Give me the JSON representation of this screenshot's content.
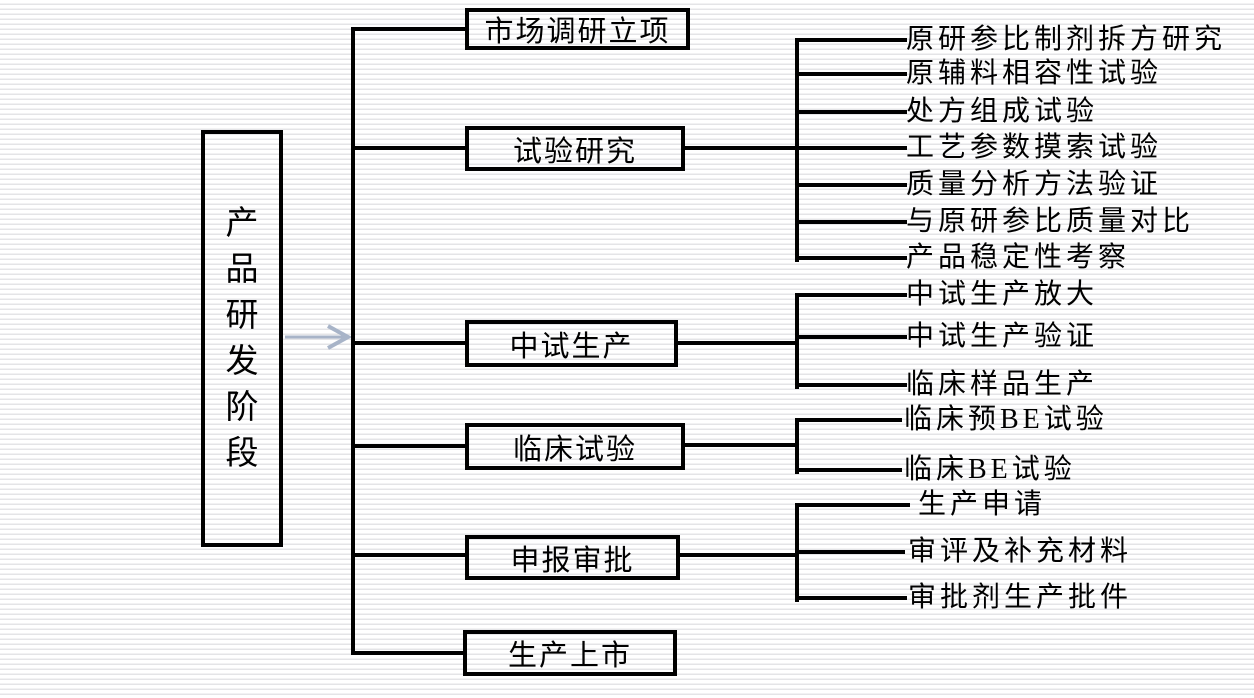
{
  "diagram": {
    "title_node": "产品研发阶段",
    "stages": [
      {
        "label": "市场调研立项",
        "children": []
      },
      {
        "label": "试验研究",
        "children": [
          "原研参比制剂拆方研究",
          "原辅料相容性试验",
          "处方组成试验",
          "工艺参数摸索试验",
          "质量分析方法验证",
          "与原研参比质量对比",
          "产品稳定性考察"
        ]
      },
      {
        "label": "中试生产",
        "children": [
          "中试生产放大",
          "中试生产验证",
          "临床样品生产"
        ]
      },
      {
        "label": "临床试验",
        "children": [
          "临床预BE试验",
          "临床BE试验"
        ]
      },
      {
        "label": "申报审批",
        "children": [
          "生产申请",
          "审评及补充材料",
          "审批剂生产批件"
        ]
      },
      {
        "label": "生产上市",
        "children": []
      }
    ],
    "colors": {
      "line": "#000000",
      "arrow": "#a8b4c8",
      "stripe": "#e4e4e7"
    }
  }
}
